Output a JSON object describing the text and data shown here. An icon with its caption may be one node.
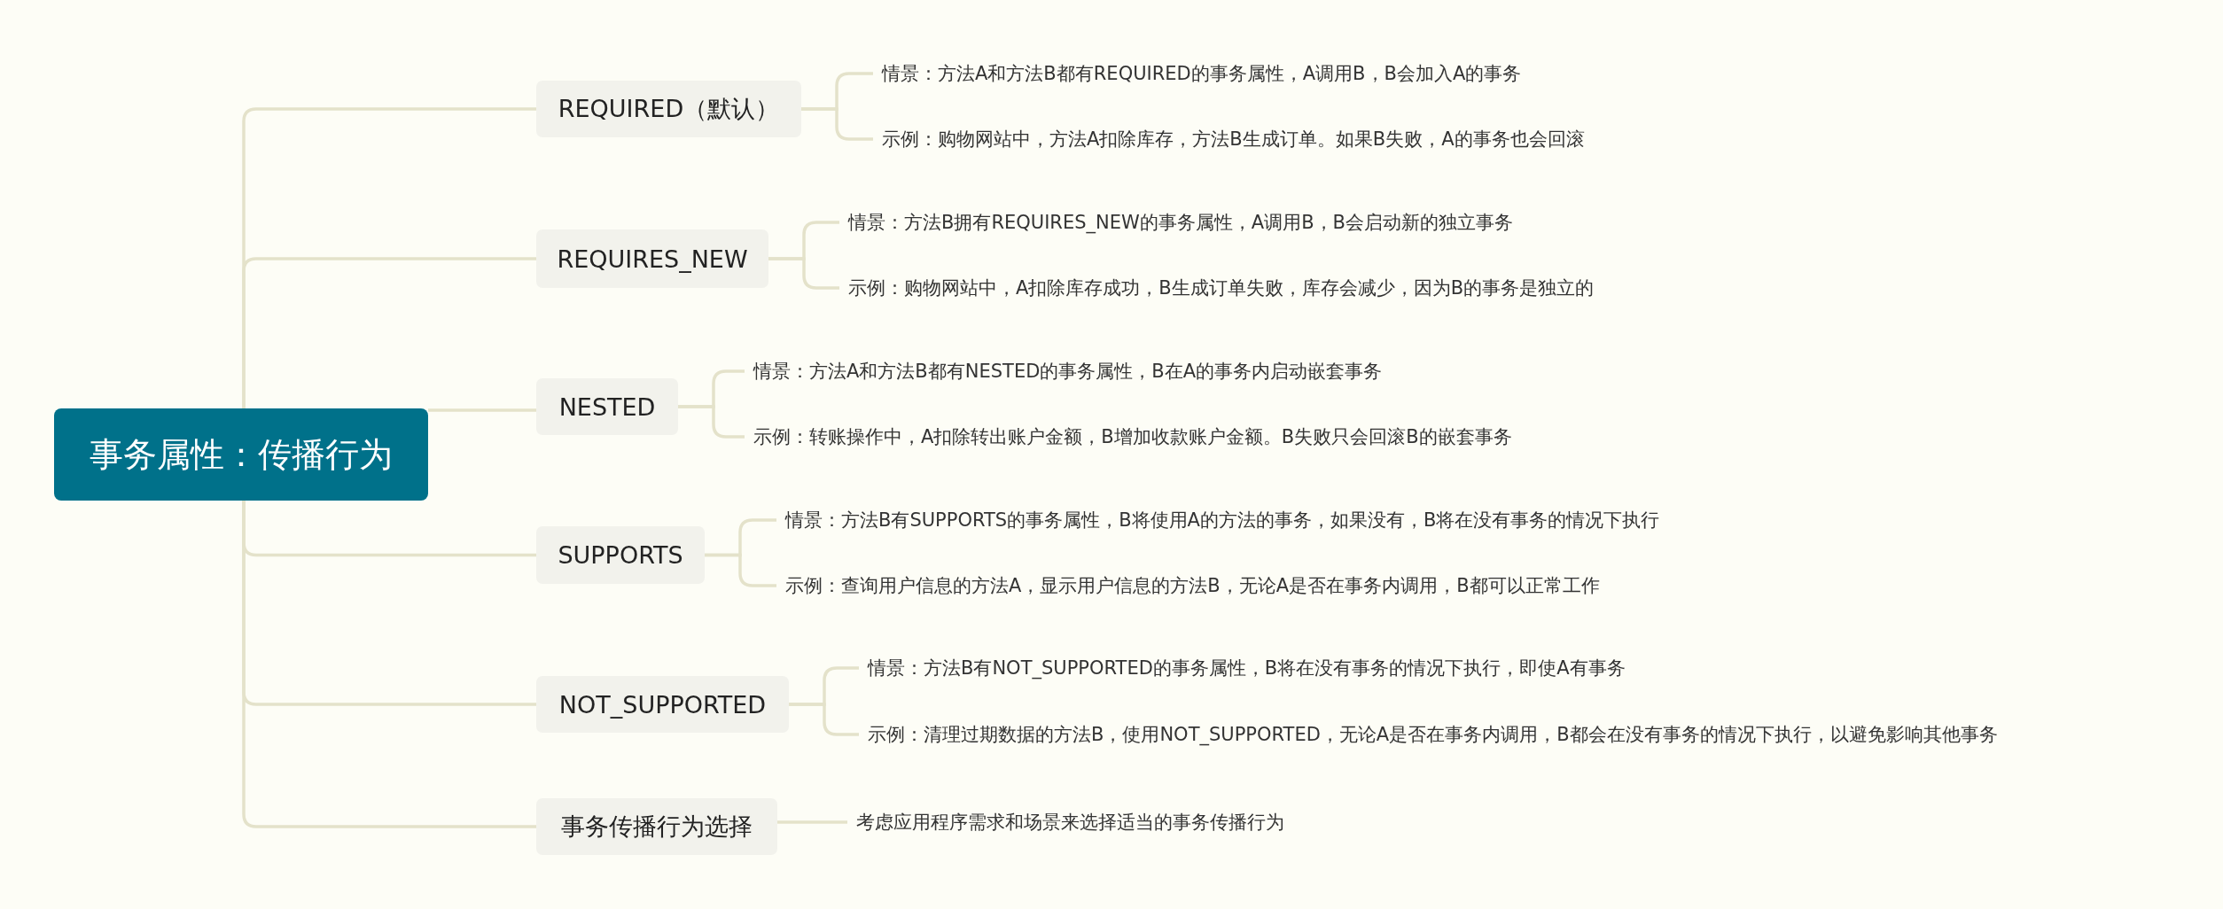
{
  "diagram": {
    "nodes": [
      {
        "text": [
          "事务属性：传播行为"
        ]
      },
      {
        "text": [
          "REQUIRED（默认）"
        ]
      },
      {
        "text": [
          "情景：方法A和方法B都有REQUIRED的事务属性，A调用B，B会加入A的事务"
        ]
      },
      {
        "text": [
          "示例：购物网站中，方法A扣除库存，方法B生成订单。如果B失败，A的事务也会回滚"
        ]
      },
      {
        "text": [
          "REQUIRES_NEW"
        ]
      },
      {
        "text": [
          "情景：方法B拥有REQUIRES_NEW的事务属性，A调用B，B会启动新的独立事务"
        ]
      },
      {
        "text": [
          "示例：购物网站中，A扣除库存成功，B生成订单失败，库存会减少，因为B的事务是独立的"
        ]
      },
      {
        "text": [
          "NESTED"
        ]
      },
      {
        "text": [
          "情景：方法A和方法B都有NESTED的事务属性，B在A的事务内启动嵌套事务"
        ]
      },
      {
        "text": [
          "示例：转账操作中，A扣除转出账户金额，B增加收款账户金额。B失败只会回滚B的嵌套事务"
        ]
      },
      {
        "text": [
          "SUPPORTS"
        ]
      },
      {
        "text": [
          "情景：方法B有SUPPORTS的事务属性，B将使用A的方法的事务，如果没有，B将在没有事务的情况下执行"
        ]
      },
      {
        "text": [
          "示例：查询用户信息的方法A，显示用户信息的方法B，无论A是否在事务内调用，B都可以正常工作"
        ]
      },
      {
        "text": [
          "NOT_SUPPORTED"
        ]
      },
      {
        "text": [
          "情景：方法B有NOT_SUPPORTED的事务属性，B将在没有事务的情况下执行，即使A有事务"
        ]
      },
      {
        "text": [
          "示例：清理过期数据的方法B，使用NOT_SUPPORTED，无论A是否在事务内调用，B都会在没有事务的情况下执行，以避免影响其他事务"
        ]
      },
      {
        "text": [
          "事务传播行为选择"
        ]
      },
      {
        "text": [
          "考虑应用程序需求和场景来选择适当的事务传播行为"
        ]
      }
    ],
    "edges": [
      {
        "from": 0,
        "to": 1,
        "arrow": "none"
      },
      {
        "from": 1,
        "to": 2,
        "arrow": "none"
      },
      {
        "from": 1,
        "to": 3,
        "arrow": "none"
      },
      {
        "from": 0,
        "to": 4,
        "arrow": "none"
      },
      {
        "from": 4,
        "to": 5,
        "arrow": "none"
      },
      {
        "from": 4,
        "to": 6,
        "arrow": "none"
      },
      {
        "from": 0,
        "to": 7,
        "arrow": "none"
      },
      {
        "from": 7,
        "to": 8,
        "arrow": "none"
      },
      {
        "from": 7,
        "to": 9,
        "arrow": "none"
      },
      {
        "from": 0,
        "to": 10,
        "arrow": "none"
      },
      {
        "from": 10,
        "to": 11,
        "arrow": "none"
      },
      {
        "from": 10,
        "to": 12,
        "arrow": "none"
      },
      {
        "from": 0,
        "to": 13,
        "arrow": "none"
      },
      {
        "from": 13,
        "to": 14,
        "arrow": "none"
      },
      {
        "from": 13,
        "to": 15,
        "arrow": "none"
      },
      {
        "from": 0,
        "to": 16,
        "arrow": "none"
      },
      {
        "from": 16,
        "to": 17,
        "arrow": "none"
      }
    ]
  }
}
